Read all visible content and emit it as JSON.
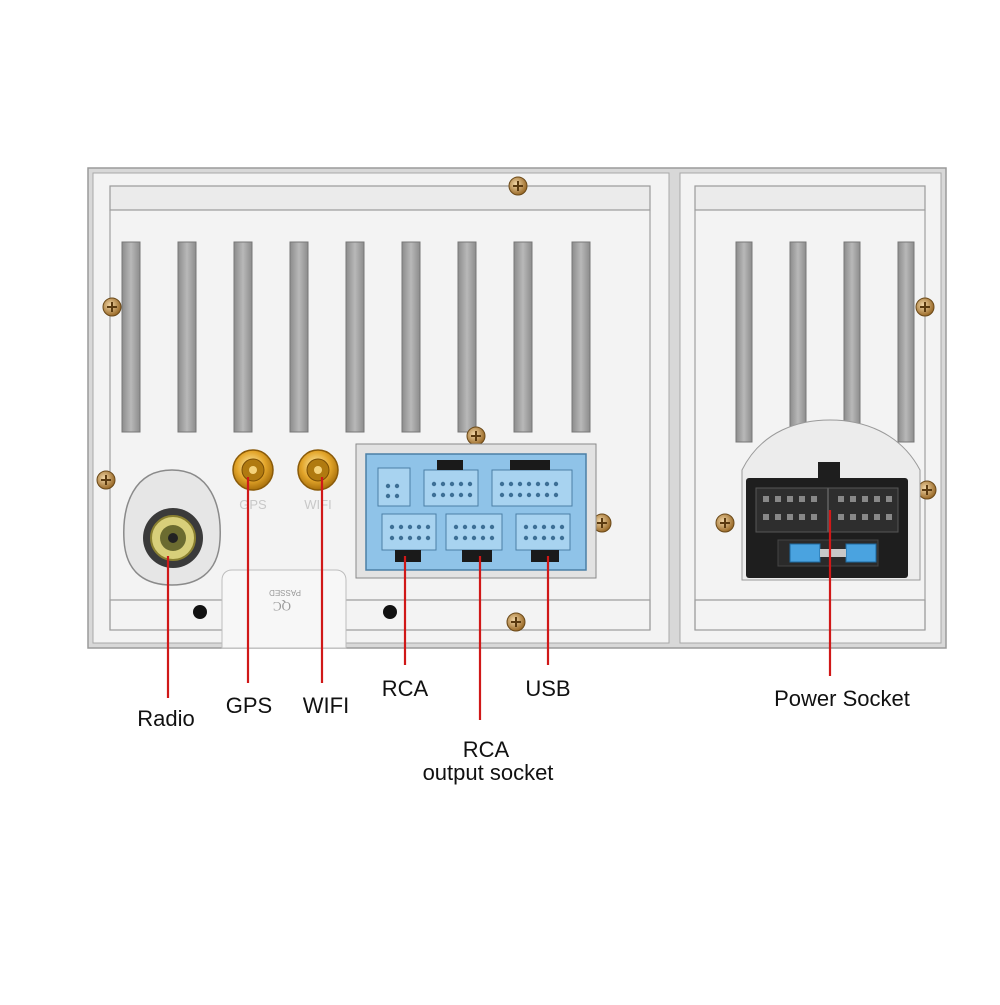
{
  "labels": {
    "radio": "Radio",
    "gps": "GPS",
    "wifi": "WIFI",
    "rca": "RCA",
    "rca_output_line1": "RCA",
    "rca_output_line2": "output socket",
    "usb": "USB",
    "power_socket": "Power Socket"
  },
  "panel_marks": {
    "gps_mark": "GPS",
    "wifi_mark": "WIFI",
    "qc_mark": "QC",
    "passed_mark": "PASSED"
  },
  "colors": {
    "panel": "#f2f2f2",
    "panel_edge": "#9a9a9a",
    "connector_blue": "#8fc3e8",
    "callout_line": "#d01818",
    "gold": "#d9a021"
  }
}
